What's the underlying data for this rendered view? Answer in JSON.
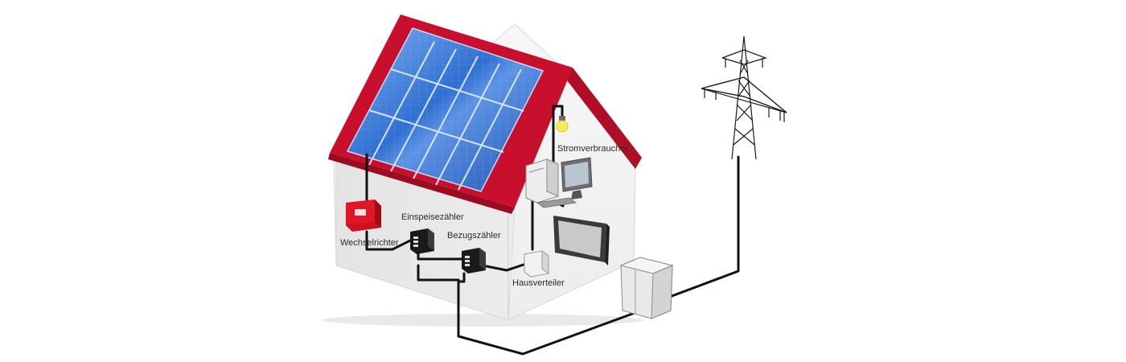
{
  "labels": {
    "stromverbraucher": "Stromverbraucher",
    "einspeisezaehler": "Einspeisezähler",
    "bezugszaehler": "Bezugszähler",
    "wechselrichter": "Wechselrichter",
    "hausverteiler": "Hausverteiler"
  },
  "colors": {
    "roof": "#c8102e",
    "solar_panel": "#2e6fd0",
    "wall_front": "#f4f4f4",
    "wall_side": "#e6e6e6",
    "cable": "#111111",
    "inverter": "#d0101e",
    "meter": "#1a1a1a",
    "bulb": "#f5ec5a"
  }
}
